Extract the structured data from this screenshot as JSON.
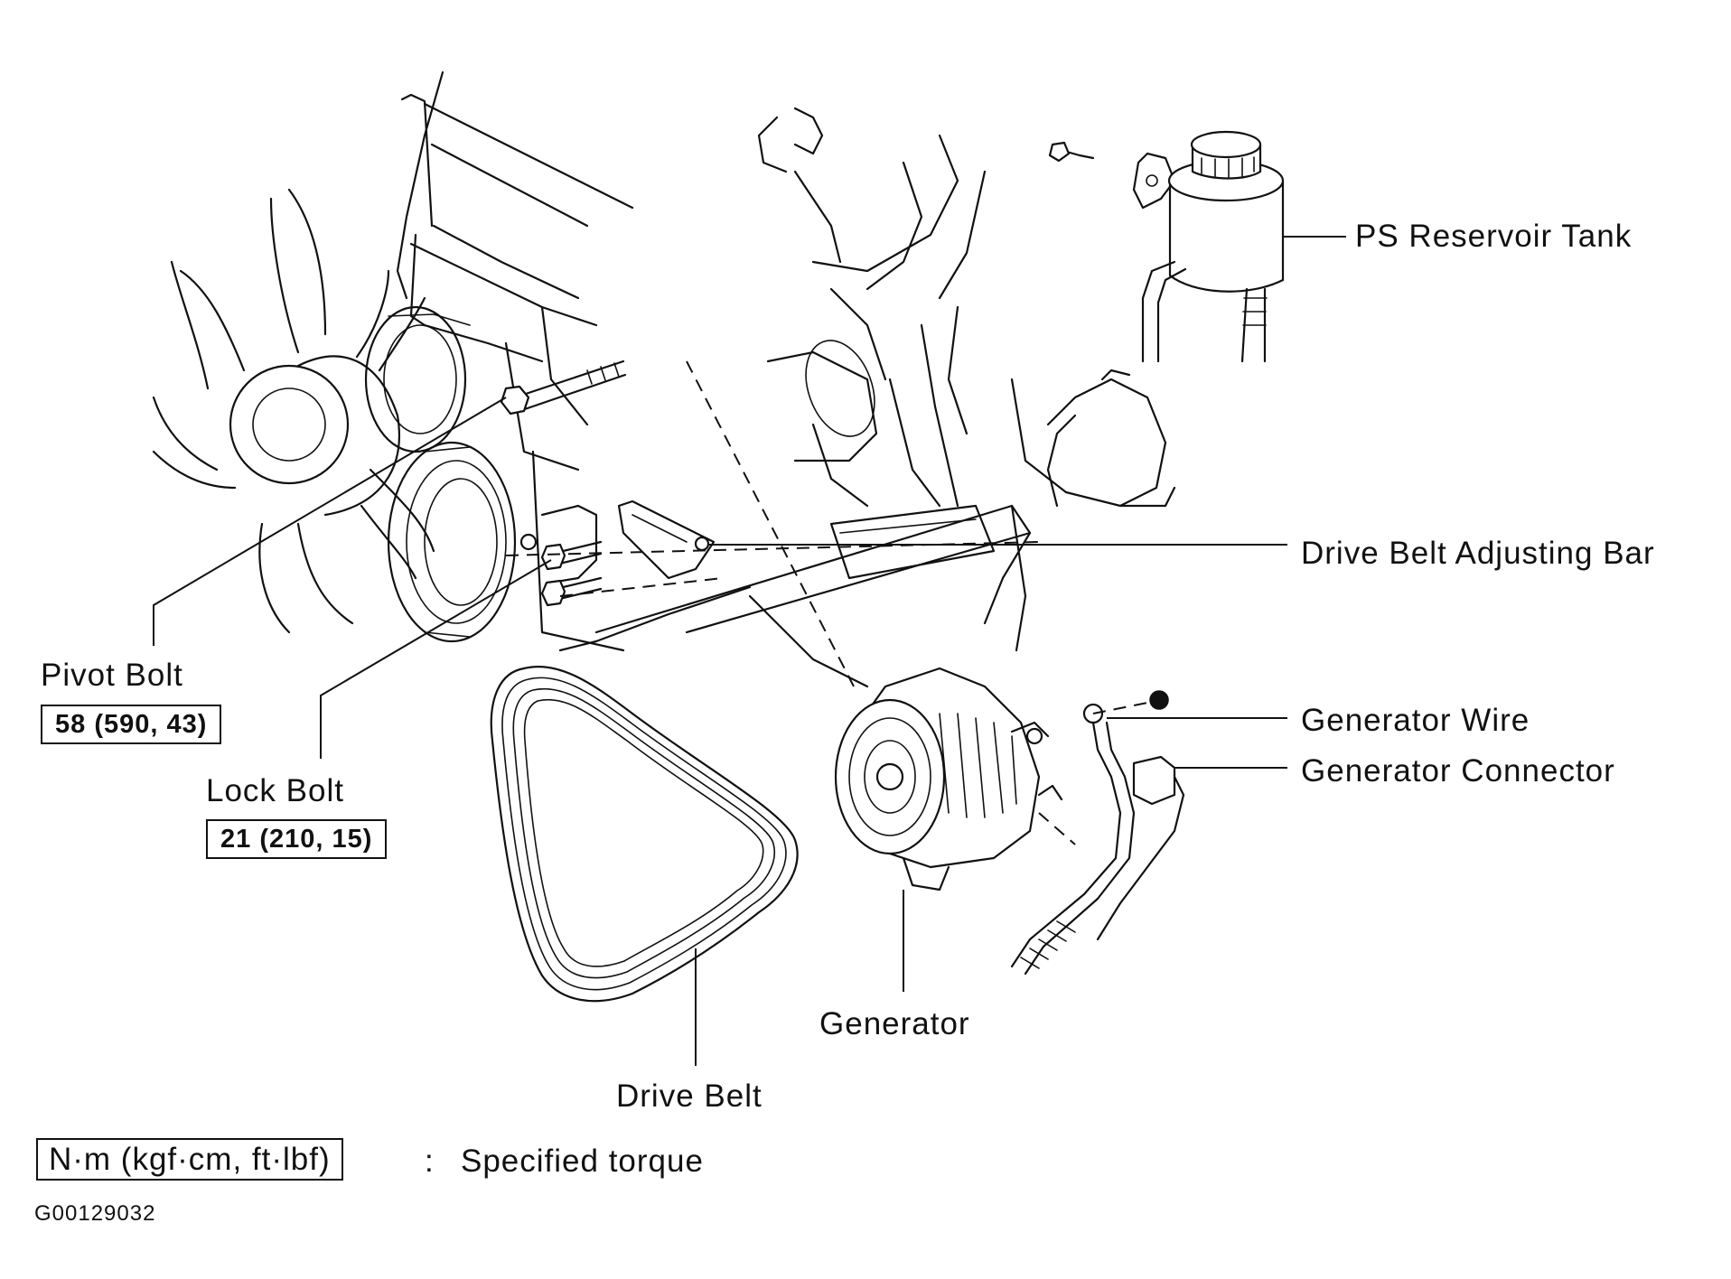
{
  "labels": {
    "ps_reservoir_tank": "PS Reservoir Tank",
    "drive_belt_adjusting_bar": "Drive Belt Adjusting Bar",
    "generator_wire": "Generator Wire",
    "generator_connector": "Generator Connector",
    "pivot_bolt": "Pivot Bolt",
    "lock_bolt": "Lock Bolt",
    "generator": "Generator",
    "drive_belt": "Drive Belt"
  },
  "torques": {
    "pivot_bolt": "58 (590, 43)",
    "lock_bolt": "21 (210, 15)"
  },
  "legend": {
    "units": "N·m (kgf·cm, ft·lbf)",
    "separator": ":",
    "description": "Specified torque"
  },
  "figure_code": "G00129032"
}
